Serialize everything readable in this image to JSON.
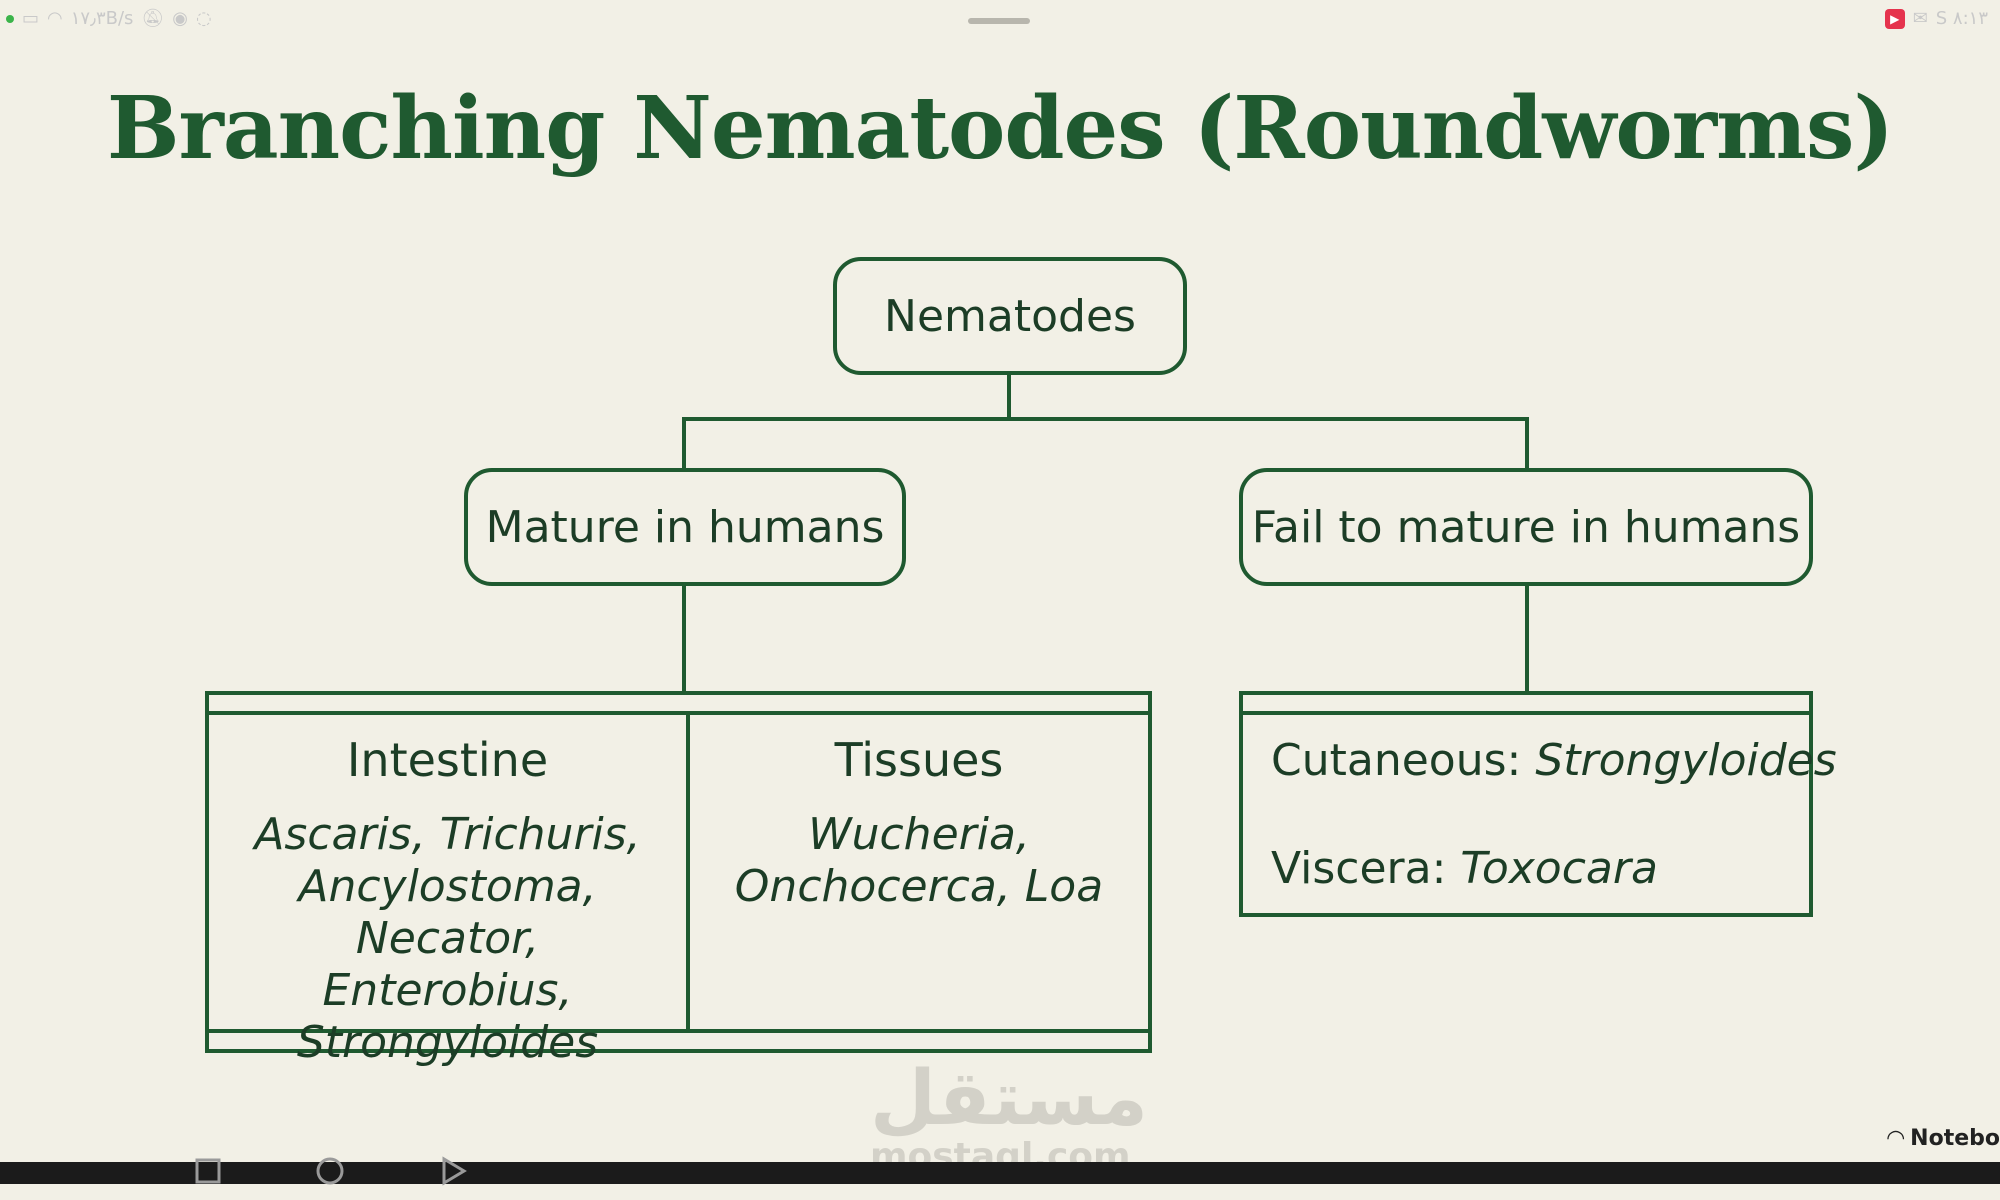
{
  "status_bar": {
    "left_text": "۱۷٫۳B/s",
    "right_text": "S  ۸:۱۳"
  },
  "diagram": {
    "title": "Branching Nematodes (Roundworms)",
    "root": "Nematodes",
    "branch_left": "Mature in humans",
    "branch_right": "Fail to mature in humans",
    "left_table": {
      "col1_header": "Intestine",
      "col1_line1": "Ascaris, Trichuris,",
      "col1_line2": "Ancylostoma, Necator,",
      "col1_line3": "Enterobius,",
      "col1_line4": "Strongyloides",
      "col2_header": "Tissues",
      "col2_line1": "Wucheria,",
      "col2_line2": "Onchocerca, Loa"
    },
    "right_table": {
      "row1_label": "Cutaneous: ",
      "row1_value": "Strongyloides",
      "row2_label": "Viscera: ",
      "row2_value": "Toxocara"
    }
  },
  "watermark": {
    "arabic": "مستقل",
    "latin": "mostaql.com"
  },
  "badge": {
    "label": "Notebo"
  },
  "colors": {
    "background": "#f2f0e6",
    "accent_green": "#1f5a30",
    "text_dark": "#1c3d26"
  }
}
